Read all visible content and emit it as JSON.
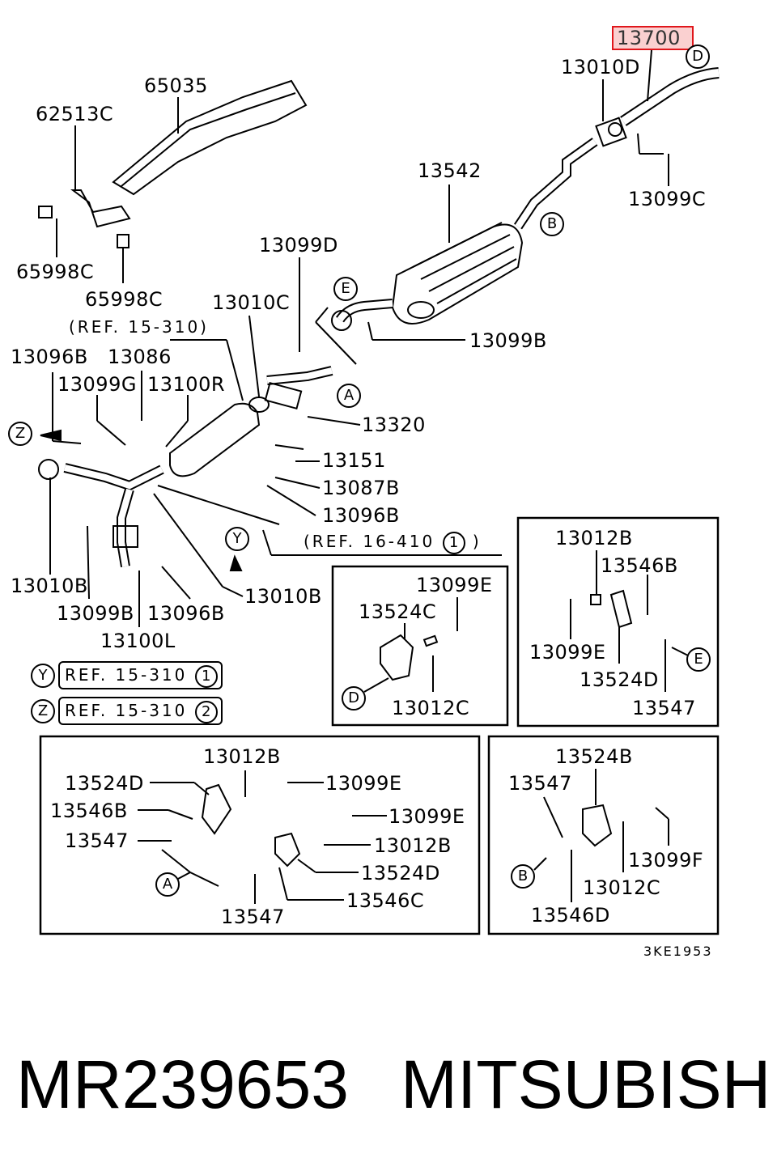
{
  "labels": {
    "l13700": "13700",
    "l13010D": "13010D",
    "l65035": "65035",
    "l62513C": "62513C",
    "l13542": "13542",
    "l13099C": "13099C",
    "l65998C_a": "65998C",
    "l65998C_b": "65998C",
    "l13099D": "13099D",
    "l13010C": "13010C",
    "ref_15_310_a": "(REF. 15-310)",
    "l13099B_a": "13099B",
    "l13096B_a": "13096B",
    "l13086": "13086",
    "l13099G": "13099G",
    "l13100R": "13100R",
    "l13320": "13320",
    "l13151": "13151",
    "l13087B": "13087B",
    "l13096B_b": "13096B",
    "ref_16_410": "(REF. 16-410",
    "ref_16_410_num": "1",
    "ref_16_410_close": ")",
    "l13010B_a": "13010B",
    "l13010B_b": "13010B",
    "l13099B_b": "13099B",
    "l13096B_c": "13096B",
    "l13100L": "13100L",
    "refY": "REF. 15-310",
    "refY_num": "1",
    "refY_tag": "Y",
    "refZ": "REF. 15-310",
    "refZ_num": "2",
    "refZ_tag": "Z",
    "box1_13099E": "13099E",
    "box1_13524C": "13524C",
    "box1_13012C": "13012C",
    "box2_13012B": "13012B",
    "box2_13546B": "13546B",
    "box2_13099E": "13099E",
    "box2_13524D": "13524D",
    "box2_13547": "13547",
    "box3_13012B_a": "13012B",
    "box3_13524D_a": "13524D",
    "box3_13099E_a": "13099E",
    "box3_13546B": "13546B",
    "box3_13099E_b": "13099E",
    "box3_13547_a": "13547",
    "box3_13012B_b": "13012B",
    "box3_13524D_b": "13524D",
    "box3_13546C": "13546C",
    "box3_13547_b": "13547",
    "box4_13524B": "13524B",
    "box4_13547": "13547",
    "box4_13099F": "13099F",
    "box4_13012C": "13012C",
    "box4_13546D": "13546D",
    "drawing_code": "3KE1953"
  },
  "markers": {
    "A1": "A",
    "B1": "B",
    "D1": "D",
    "E1": "E",
    "Y1": "Y",
    "Z1": "Z",
    "D2": "D",
    "E2": "E",
    "A2": "A",
    "B2": "B"
  },
  "footer": {
    "part_number": "MR239653",
    "brand": "MITSUBISHI"
  },
  "colors": {
    "highlight_border": "#e0161b",
    "line": "#000000"
  }
}
